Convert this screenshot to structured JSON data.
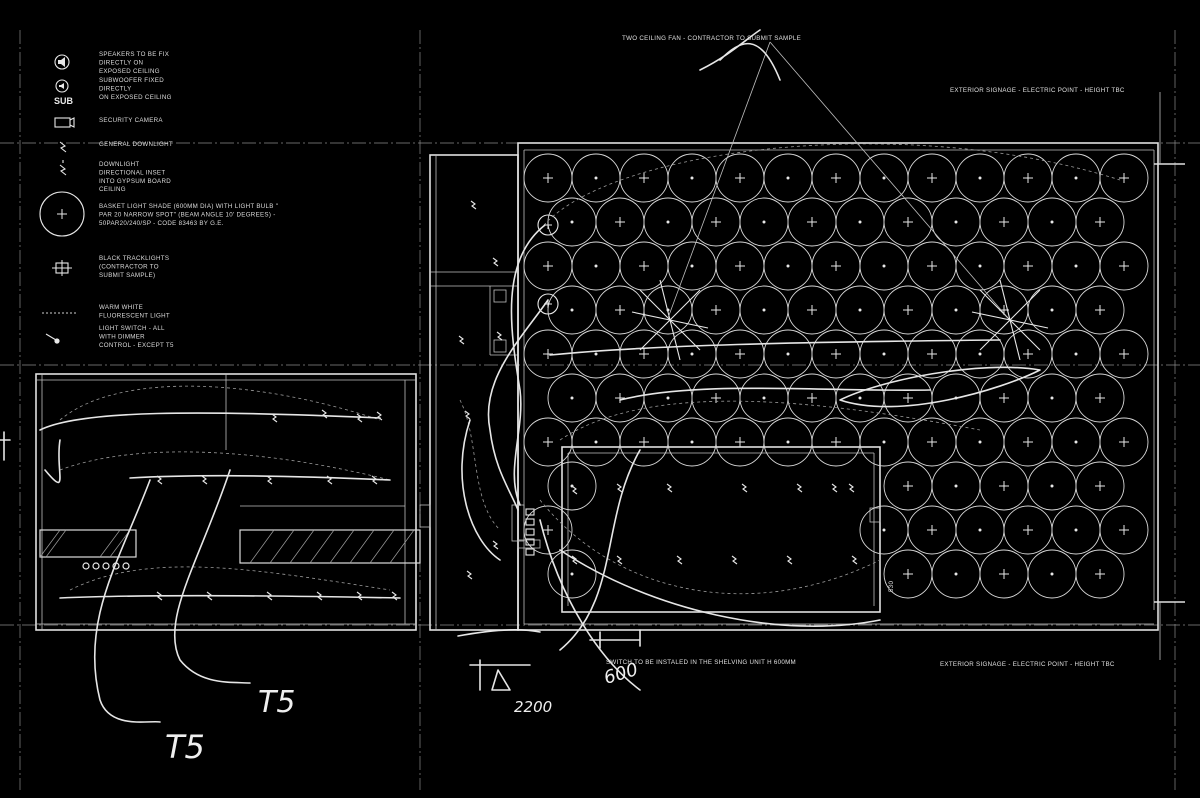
{
  "legend": [
    {
      "icon": "speaker-icon",
      "lines": [
        "SPEAKERS TO BE FIX",
        "DIRECTLY ON",
        "EXPOSED CEILING"
      ]
    },
    {
      "icon": "subwoofer-icon",
      "symbol_text": "SUB",
      "lines": [
        "SUBWOOFER FIXED",
        "DIRECTLY",
        "ON EXPOSED CEILING"
      ]
    },
    {
      "icon": "security-camera-icon",
      "lines": [
        "SECURITY CAMERA"
      ]
    },
    {
      "icon": "general-downlight-icon",
      "lines": [
        "GENERAL DOWNLIGHT"
      ]
    },
    {
      "icon": "directional-downlight-icon",
      "lines": [
        "DOWNLIGHT",
        "DIRECTIONAL INSET",
        "INTO GYPSUM BOARD",
        "CEILING"
      ]
    },
    {
      "icon": "basket-light-icon",
      "lines": [
        "BASKET LIGHT SHADE (600MM DIA) WITH LIGHT BULB \"",
        "PAR 20 NARROW SPOT\" (BEAM ANGLE 10' DEGREES) -",
        "50PAR20/240/SP - CODE  83463 BY G.E."
      ]
    },
    {
      "icon": "tracklight-icon",
      "lines": [
        "BLACK TRACKLIGHTS",
        "(CONTRACTOR TO",
        "SUBMIT SAMPLE)"
      ]
    },
    {
      "icon": "fluorescent-light-icon",
      "lines": [
        "WARM WHITE",
        "FLUORESCENT LIGHT"
      ]
    },
    {
      "icon": "light-switch-icon",
      "lines": [
        "LIGHT SWITCH - ALL",
        "WITH DIMMER",
        "CONTROL - EXCEPT T5"
      ]
    }
  ],
  "notes": {
    "ceiling_fan": "TWO CEILING FAN - CONTRACTOR TO SUBMIT SAMPLE",
    "signage_top": "EXTERIOR SIGNAGE - ELECTRIC POINT - HEIGHT TBC",
    "signage_bottom": "EXTERIOR SIGNAGE - ELECTRIC POINT - HEIGHT TBC",
    "switch_note": "SWITCH TO BE INSTALED IN THE SHELVING UNIT H 600MM",
    "dim_530": "530"
  },
  "handwriting": {
    "t5_a": "T5",
    "t5_b": "T5",
    "dim_600": "600",
    "dim_2200": "2200"
  }
}
